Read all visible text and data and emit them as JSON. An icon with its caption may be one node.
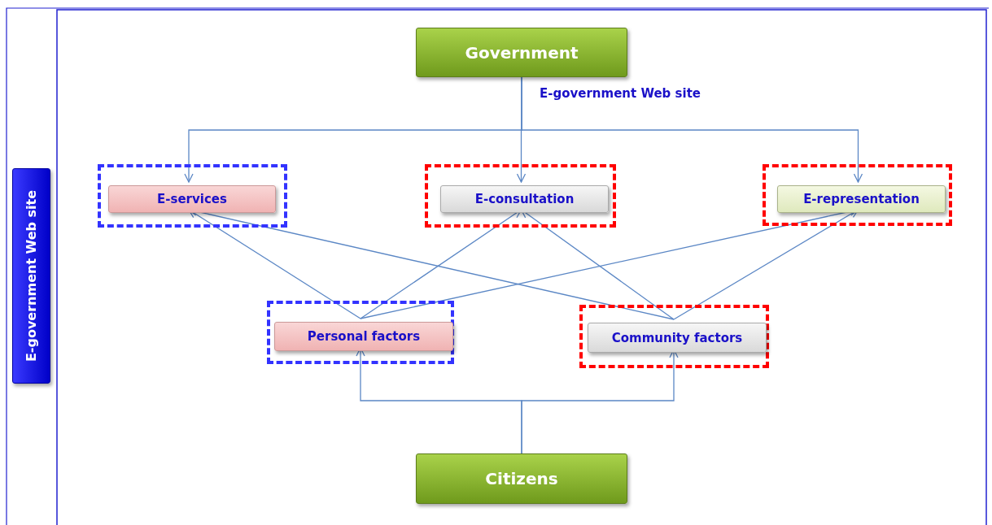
{
  "diagram": {
    "nodes": [
      {
        "text": [
          "Government"
        ]
      },
      {
        "text": [],
        "shape": "box"
      },
      {
        "text": [
          "E-services"
        ],
        "in": 1
      },
      {
        "text": [],
        "shape": "box"
      },
      {
        "text": [
          "E-consultation"
        ],
        "in": 3
      },
      {
        "text": [],
        "shape": "box"
      },
      {
        "text": [
          "E-representation"
        ],
        "in": 5
      },
      {
        "text": [],
        "shape": "box"
      },
      {
        "text": [
          "Personal factors"
        ],
        "in": 7
      },
      {
        "text": [],
        "shape": "box"
      },
      {
        "text": [
          "Community factors"
        ],
        "in": 9
      },
      {
        "text": [
          "Citizens"
        ]
      },
      {
        "text": [
          "E-government Web site"
        ]
      }
    ],
    "edges": [
      {
        "from": 0,
        "to": 2,
        "arrow": "to"
      },
      {
        "from": 0,
        "to": 4,
        "arrow": "to",
        "label": "E-government Web site"
      },
      {
        "from": 0,
        "to": 6,
        "arrow": "to"
      },
      {
        "from": 8,
        "to": 2,
        "arrow": "to"
      },
      {
        "from": 8,
        "to": 4,
        "arrow": "to"
      },
      {
        "from": 8,
        "to": 6,
        "arrow": "to"
      },
      {
        "from": 10,
        "to": 2,
        "arrow": "to"
      },
      {
        "from": 10,
        "to": 4,
        "arrow": "to"
      },
      {
        "from": 10,
        "to": 6,
        "arrow": "to"
      },
      {
        "from": 11,
        "to": 8,
        "arrow": "to"
      },
      {
        "from": 11,
        "to": 10,
        "arrow": "to"
      }
    ]
  }
}
